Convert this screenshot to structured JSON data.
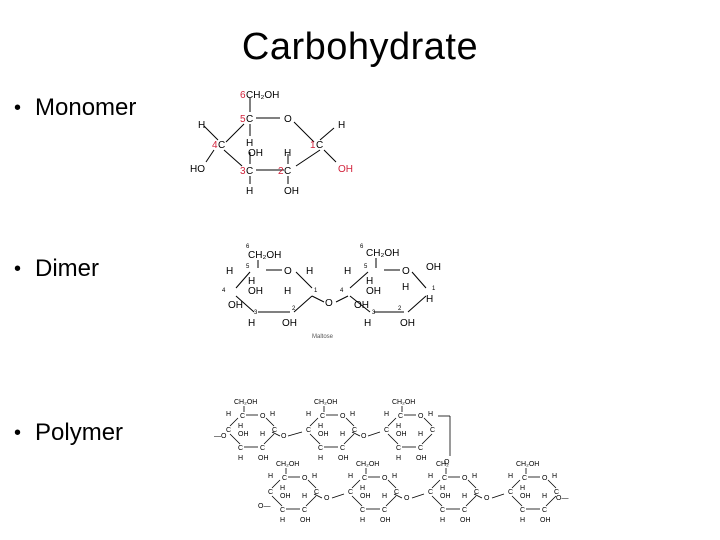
{
  "slide": {
    "title": "Carbohydrate",
    "bullet_symbol": "•",
    "bullets": [
      "Monomer",
      "Dimer",
      "Polymer"
    ]
  },
  "monomer": {
    "ch2oh": "CH₂OH",
    "o": "O",
    "c": "C",
    "h": "H",
    "oh": "OH",
    "ho": "HO",
    "ring_numbers": [
      "6",
      "5",
      "4",
      "3",
      "2",
      "1"
    ],
    "highlight_color": "#d2233c"
  },
  "dimer": {
    "caption": "Maltose",
    "ch2oh": "CH₂OH",
    "o": "O",
    "h": "H",
    "oh": "OH",
    "numbers": [
      "6",
      "5",
      "4",
      "3",
      "2",
      "1"
    ]
  },
  "polymer": {
    "ch2oh": "CH₂OH",
    "ch2": "CH₂",
    "o": "O",
    "c": "C",
    "h": "H",
    "oh": "OH"
  }
}
